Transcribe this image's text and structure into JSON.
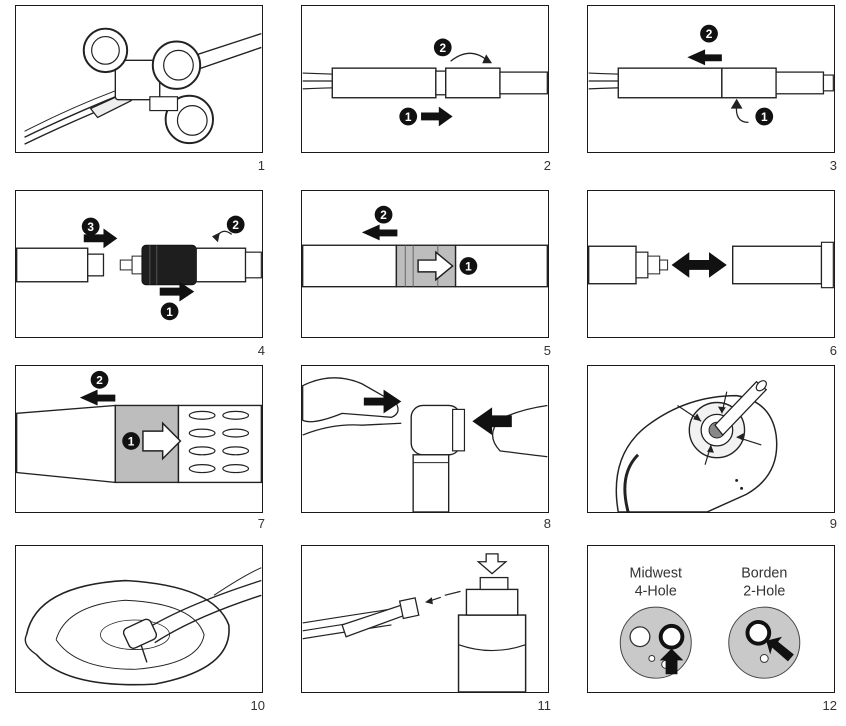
{
  "panels": [
    {
      "number": "1"
    },
    {
      "number": "2"
    },
    {
      "number": "3"
    },
    {
      "number": "4"
    },
    {
      "number": "5"
    },
    {
      "number": "6"
    },
    {
      "number": "7"
    },
    {
      "number": "8"
    },
    {
      "number": "9"
    },
    {
      "number": "10"
    },
    {
      "number": "11"
    },
    {
      "number": "12"
    }
  ],
  "steps": {
    "p2": [
      "2",
      "1"
    ],
    "p3": [
      "2",
      "1"
    ],
    "p4": [
      "3",
      "2",
      "1"
    ],
    "p5": [
      "2",
      "1"
    ],
    "p7": [
      "2",
      "1"
    ]
  },
  "panel12": {
    "midwest_line1": "Midwest",
    "midwest_line2": "4-Hole",
    "borden_line1": "Borden",
    "borden_line2": "2-Hole"
  }
}
